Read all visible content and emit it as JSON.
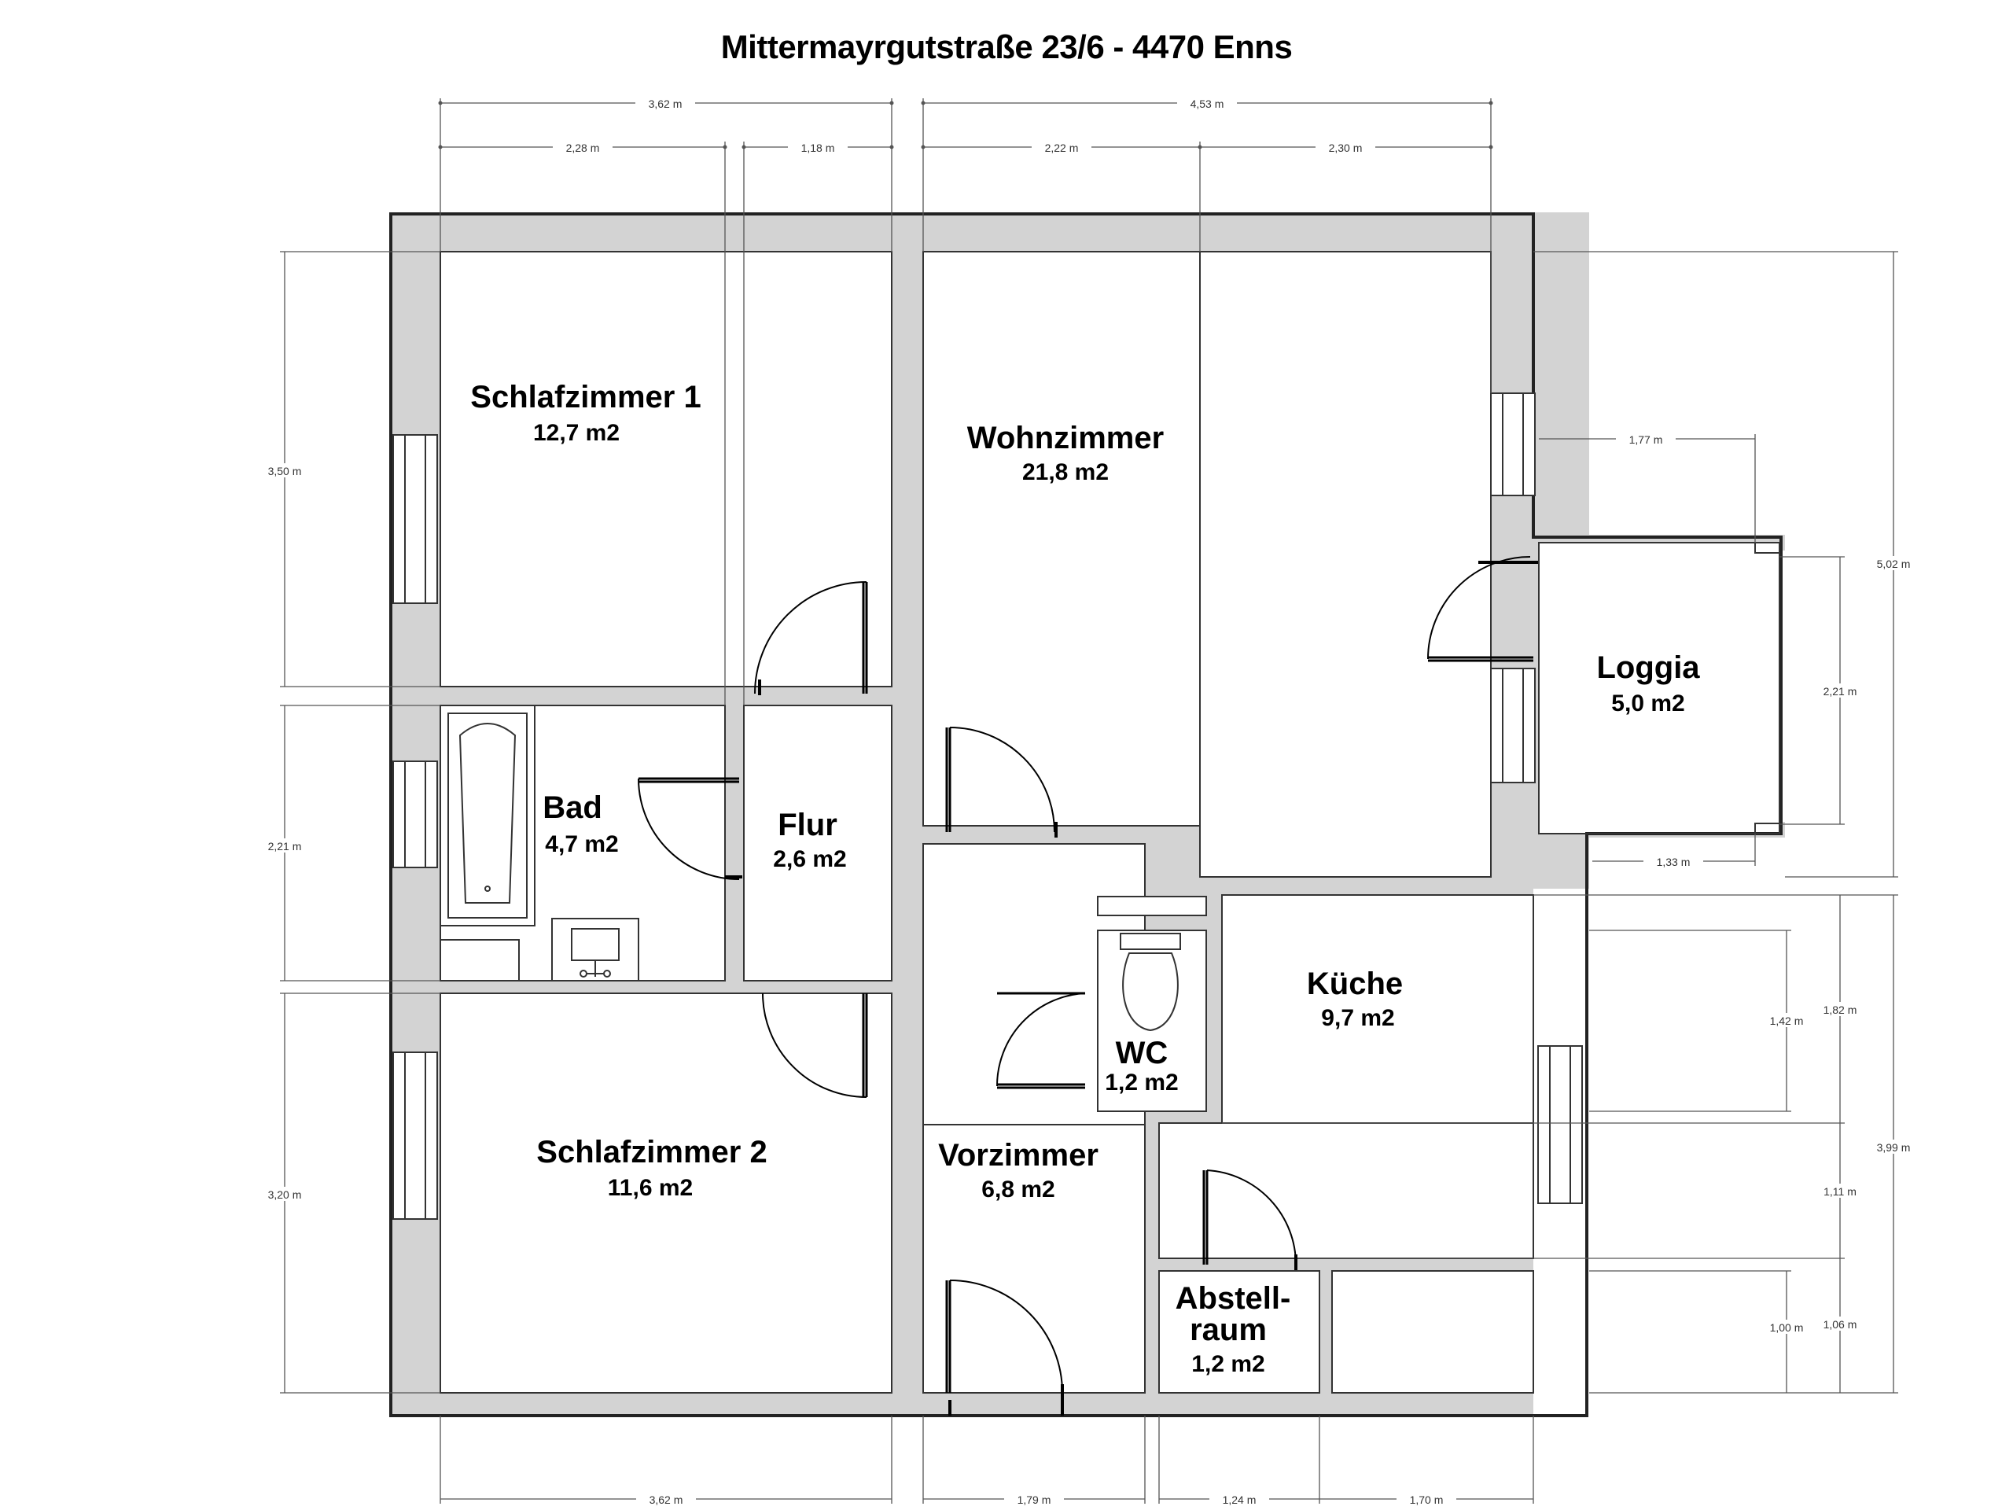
{
  "title": "Mittermayrgutstraße 23/6 - 4470 Enns",
  "rooms": {
    "schlafzimmer1": {
      "name": "Schlafzimmer 1",
      "area": "12,7 m2"
    },
    "wohnzimmer": {
      "name": "Wohnzimmer",
      "area": "21,8 m2"
    },
    "loggia": {
      "name": "Loggia",
      "area": "5,0 m2"
    },
    "bad": {
      "name": "Bad",
      "area": "4,7 m2"
    },
    "flur": {
      "name": "Flur",
      "area": "2,6 m2"
    },
    "kueche": {
      "name": "Küche",
      "area": "9,7 m2"
    },
    "wc": {
      "name": "WC",
      "area": "1,2 m2"
    },
    "schlafzimmer2": {
      "name": "Schlafzimmer 2",
      "area": "11,6 m2"
    },
    "vorzimmer": {
      "name": "Vorzimmer",
      "area": "6,8 m2"
    },
    "abstellraum": {
      "name_line1": "Abstell-",
      "name_line2": "raum",
      "area": "1,2 m2"
    }
  },
  "dimensions": {
    "top_left_total": "3,62 m",
    "top_right_total": "4,53 m",
    "top_228": "2,28 m",
    "top_118": "1,18 m",
    "top_222": "2,22 m",
    "top_230": "2,30 m",
    "left_350": "3,50 m",
    "left_221": "2,21 m",
    "left_320": "3,20 m",
    "loggia_177": "1,77 m",
    "loggia_221": "2,21 m",
    "loggia_133": "1,33 m",
    "right_502": "5,02 m",
    "right_399": "3,99 m",
    "right_182": "1,82 m",
    "right_111": "1,11 m",
    "right_106": "1,06 m",
    "right_142": "1,42 m",
    "right_100": "1,00 m",
    "bottom_362": "3,62 m",
    "bottom_179": "1,79 m",
    "bottom_124": "1,24 m",
    "bottom_170": "1,70 m"
  }
}
